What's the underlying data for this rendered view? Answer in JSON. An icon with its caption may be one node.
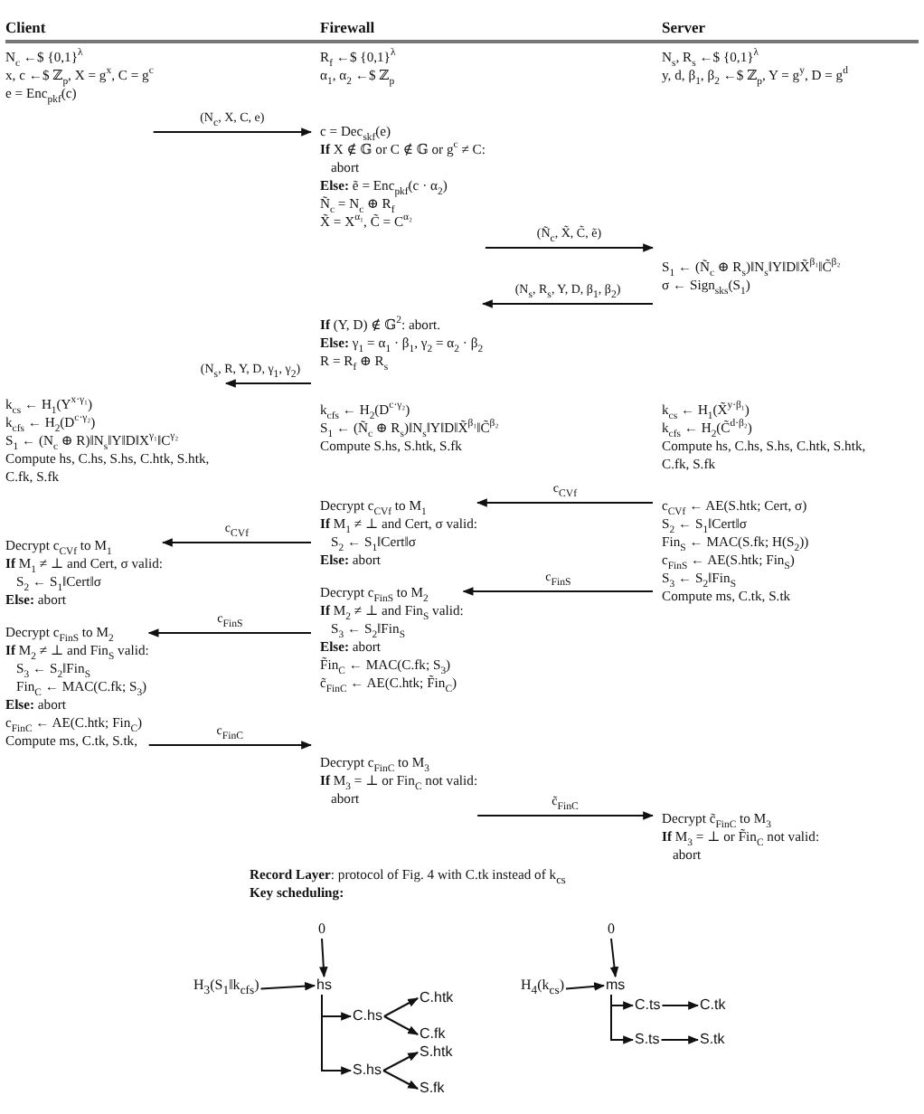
{
  "diagram": {
    "nodes": [
      {
        "text": [
          "N$_{c}$ ←$ {0,1}$^{λ}$",
          "x, c ←$ ℤ$_{p}$, X = g$^{x}$, C = g$^{c}$",
          "e = Enc$_{pkf}$(c)"
        ]
      },
      {
        "text": [
          "R$_{f}$ ←$ {0,1}$^{λ}$",
          "α$_{1}$, α$_{2}$ ←$ ℤ$_{p}$"
        ]
      },
      {
        "text": [
          "N$_{s}$, R$_{s}$ ←$ {0,1}$^{λ}$",
          "y, d, β$_{1}$, β$_{2}$ ←$ ℤ$_{p}$, Y = g$^{y}$, D = g$^{d}$"
        ]
      },
      {
        "text": [
          "c = Dec$_{skf}$(e)",
          "**If** X ∉ 𝔾 or C ∉ 𝔾 or g$^{c}$ ≠ C:",
          "abort",
          "**Else:** ẽ = Enc$_{pkf}$(c · α$_{2}$)",
          "Ñ$_{c}$ = N$_{c}$ ⊕ R$_{f}$",
          "X̃ = X$^{α₁}$, C̃ = C$^{α₂}$"
        ]
      },
      {
        "text": [
          "S$_{1}$ ← (Ñ$_{c}$ ⊕ R$_{s}$)‖N$_{s}$‖Y‖D‖X̃$^{β₁}$‖C̃$^{β₂}$",
          "σ ← Sign$_{sks}$(S$_{1}$)"
        ]
      },
      {
        "text": [
          "**If** (Y, D) ∉ 𝔾$^{2}$: abort.",
          "**Else:** γ$_{1}$ = α$_{1}$ · β$_{1}$, γ$_{2}$ = α$_{2}$ · β$_{2}$",
          "R = R$_{f}$ ⊕ R$_{s}$"
        ]
      },
      {
        "text": [
          "k$_{cs}$ ← H$_{1}$(Y$^{x·γ₁}$)",
          "k$_{cfs}$ ← H$_{2}$(D$^{c·γ₂}$)",
          "S$_{1}$ ← (N$_{c}$ ⊕ R)‖N$_{s}$‖Y‖D‖X$^{γ₁}$‖C$^{γ₂}$",
          "Compute hs, C.hs, S.hs, C.htk, S.htk, C.fk, S.fk"
        ]
      },
      {
        "text": [
          "k$_{cfs}$ ← H$_{2}$(D$^{c·γ₂}$)",
          "S$_{1}$ ← (Ñ$_{c}$ ⊕ R$_{s}$)‖N$_{s}$‖Y‖D‖X̃$^{β₁}$‖C̃$^{β₂}$",
          "Compute S.hs, S.htk, S.fk"
        ]
      },
      {
        "text": [
          "k$_{cs}$ ← H$_{1}$(X̃$^{y·β₁}$)",
          "k$_{cfs}$ ← H$_{2}$(C̃$^{d·β₂}$)",
          "Compute hs, C.hs, S.hs, C.htk, S.htk, C.fk, S.fk"
        ]
      },
      {
        "text": [
          "c$_{CVf}$ ← AE(S.htk; Cert, σ)",
          "S$_{2}$ ← S$_{1}$‖Cert‖σ",
          "Fin$_{S}$ ← MAC(S.fk; H(S$_{2}$))",
          "c$_{FinS}$ ← AE(S.htk; Fin$_{S}$)",
          "S$_{3}$ ← S$_{2}$‖Fin$_{S}$",
          "Compute ms, C.tk, S.tk"
        ]
      },
      {
        "text": [
          "Decrypt c$_{CVf}$ to M$_{1}$",
          "**If** M$_{1}$ ≠ ⊥ and Cert, σ valid:",
          "S$_{2}$ ← S$_{1}$‖Cert‖σ",
          "**Else:** abort"
        ]
      },
      {
        "text": [
          "Decrypt c$_{CVf}$ to M$_{1}$",
          "**If** M$_{1}$ ≠ ⊥ and Cert, σ valid:",
          "S$_{2}$ ← S$_{1}$‖Cert‖σ",
          "**Else:** abort"
        ]
      },
      {
        "text": [
          "Decrypt c$_{FinS}$ to M$_{2}$",
          "**If** M$_{2}$ ≠ ⊥ and Fin$_{S}$ valid:",
          "S$_{3}$ ← S$_{2}$‖Fin$_{S}$",
          "**Else:** abort",
          "F̃in$_{C}$ ← MAC(C.fk; S$_{3}$)",
          "c̃$_{FinC}$ ← AE(C.htk; F̃in$_{C}$)"
        ]
      },
      {
        "text": [
          "Decrypt c$_{FinS}$ to M$_{2}$",
          "**If** M$_{2}$ ≠ ⊥ and Fin$_{S}$ valid:",
          "S$_{3}$ ← S$_{2}$‖Fin$_{S}$",
          "Fin$_{C}$ ← MAC(C.fk; S$_{3}$)",
          "**Else:** abort",
          "c$_{FinC}$ ← AE(C.htk; Fin$_{C}$)",
          "Compute ms, C.tk, S.tk,"
        ]
      },
      {
        "text": [
          "Decrypt c$_{FinC}$ to M$_{3}$",
          "**If** M$_{3}$ = ⊥ or Fin$_{C}$ not valid:",
          "abort"
        ]
      },
      {
        "text": [
          "Decrypt c̃$_{FinC}$ to M$_{3}$",
          "**If** M$_{3}$ = ⊥ or F̃in$_{C}$ not valid:",
          "abort"
        ]
      },
      {
        "text": [
          "H$_{3}$(S$_{1}$‖k$_{cfs}$)"
        ]
      },
      {
        "text": [
          "0"
        ]
      },
      {
        "text": [
          "hs"
        ]
      },
      {
        "text": [
          "C.hs"
        ]
      },
      {
        "text": [
          "C.htk"
        ]
      },
      {
        "text": [
          "C.fk"
        ]
      },
      {
        "text": [
          "S.hs"
        ]
      },
      {
        "text": [
          "S.htk"
        ]
      },
      {
        "text": [
          "S.fk"
        ]
      },
      {
        "text": [
          "H$_{4}$(k$_{cs}$)"
        ]
      },
      {
        "text": [
          "0"
        ]
      },
      {
        "text": [
          "ms"
        ]
      },
      {
        "text": [
          "C.ts"
        ]
      },
      {
        "text": [
          "C.tk"
        ]
      },
      {
        "text": [
          "S.ts"
        ]
      },
      {
        "text": [
          "S.tk"
        ]
      }
    ],
    "edges": [
      {
        "from": 0,
        "to": 3,
        "arrow": "to",
        "label": "(N$_{c}$, X, C, e)"
      },
      {
        "from": 3,
        "to": 4,
        "arrow": "to",
        "label": "(Ñ$_{c}$, X̃, C̃, ẽ)"
      },
      {
        "from": 4,
        "to": 5,
        "arrow": "to",
        "label": "(N$_{s}$, R$_{s}$, Y, D, β$_{1}$, β$_{2}$)"
      },
      {
        "from": 5,
        "to": 6,
        "arrow": "to",
        "label": "(N$_{s}$, R, Y, D, γ$_{1}$, γ$_{2}$)"
      },
      {
        "from": 9,
        "to": 10,
        "arrow": "to",
        "label": "c$_{CVf}$"
      },
      {
        "from": 10,
        "to": 11,
        "arrow": "to",
        "label": "c$_{CVf}$"
      },
      {
        "from": 9,
        "to": 12,
        "arrow": "to",
        "label": "c$_{FinS}$"
      },
      {
        "from": 12,
        "to": 13,
        "arrow": "to",
        "label": "c$_{FinS}$"
      },
      {
        "from": 13,
        "to": 14,
        "arrow": "to",
        "label": "c$_{FinC}$"
      },
      {
        "from": 14,
        "to": 15,
        "arrow": "to",
        "label": "c̃$_{FinC}$"
      },
      {
        "from": 16,
        "to": 18,
        "arrow": "to"
      },
      {
        "from": 17,
        "to": 18,
        "arrow": "to"
      },
      {
        "from": 18,
        "to": 19,
        "arrow": "to"
      },
      {
        "from": 18,
        "to": 22,
        "arrow": "to"
      },
      {
        "from": 19,
        "to": 20,
        "arrow": "to"
      },
      {
        "from": 19,
        "to": 21,
        "arrow": "to"
      },
      {
        "from": 22,
        "to": 23,
        "arrow": "to"
      },
      {
        "from": 22,
        "to": 24,
        "arrow": "to"
      },
      {
        "from": 25,
        "to": 27,
        "arrow": "to"
      },
      {
        "from": 26,
        "to": 27,
        "arrow": "to"
      },
      {
        "from": 27,
        "to": 28,
        "arrow": "to"
      },
      {
        "from": 27,
        "to": 30,
        "arrow": "to"
      },
      {
        "from": 28,
        "to": 29,
        "arrow": "to"
      },
      {
        "from": 30,
        "to": 31,
        "arrow": "to"
      }
    ],
    "labels": [
      "Client",
      "Firewall",
      "Server",
      "**Record Layer**: protocol of Fig. 4 with C.tk instead of k$_{cs}$",
      "Key scheduling:"
    ]
  }
}
